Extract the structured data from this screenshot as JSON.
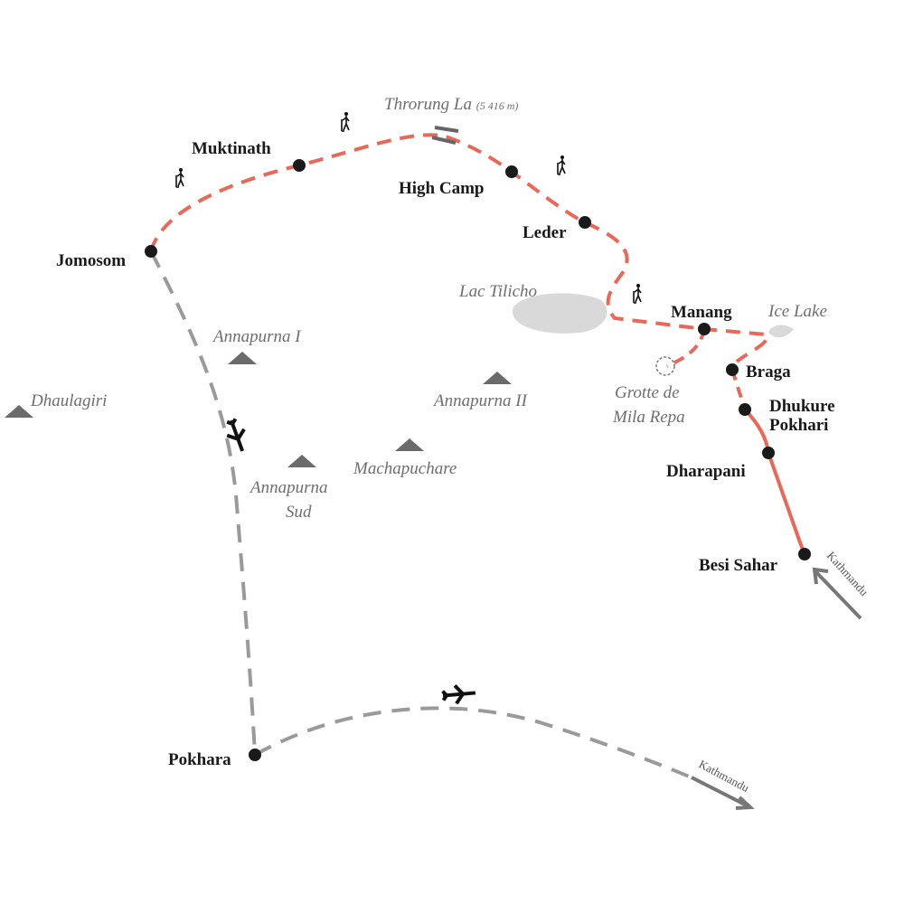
{
  "towns": {
    "jomosom": "Jomosom",
    "muktinath": "Muktinath",
    "high_camp": "High Camp",
    "leder": "Leder",
    "manang": "Manang",
    "braga": "Braga",
    "dhukure_1": "Dhukure",
    "dhukure_2": "Pokhari",
    "dharapani": "Dharapani",
    "besi_sahar": "Besi Sahar",
    "pokhara": "Pokhara"
  },
  "features": {
    "pass_name": "Throrung La",
    "pass_altitude": "(5 416 m)",
    "lake_tilicho": "Lac Tilicho",
    "ice_lake": "Ice Lake",
    "grotto_1": "Grotte de",
    "grotto_2": "Mila Repa"
  },
  "peaks": {
    "annapurna_1": "Annapurna I",
    "dhaulagiri": "Dhaulagiri",
    "annapurna_2": "Annapurna II",
    "machapuchare": "Machapuchare",
    "annapurna_sud_1": "Annapurna",
    "annapurna_sud_2": "Sud"
  },
  "directions": {
    "kathmandu_east": "Kathmandu",
    "kathmandu_south": "Kathmandu"
  },
  "colors": {
    "trek": "#e8685a",
    "flight": "#9a9a9a",
    "peak": "#6b6b6b",
    "lake": "#d9d9d9"
  }
}
